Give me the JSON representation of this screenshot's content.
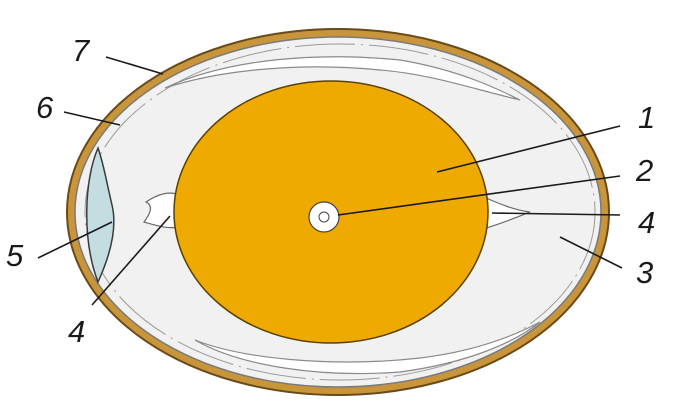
{
  "colors": {
    "shell": "#c9953a",
    "shell_outline": "#6b4a1a",
    "white": "#f1f1f1",
    "inner_line": "#8a8a8a",
    "yolk": "#eeaa00",
    "air_cell": "#c4dde0",
    "disc": "#ffffff",
    "ink": "#1a1a1a"
  },
  "labels": {
    "yolk": "1",
    "germinal_disc": "2",
    "albumen": "3",
    "chalaza_right": "4",
    "chalaza_left": "4",
    "air_cell": "5",
    "shell_membrane": "6",
    "shell": "7"
  }
}
